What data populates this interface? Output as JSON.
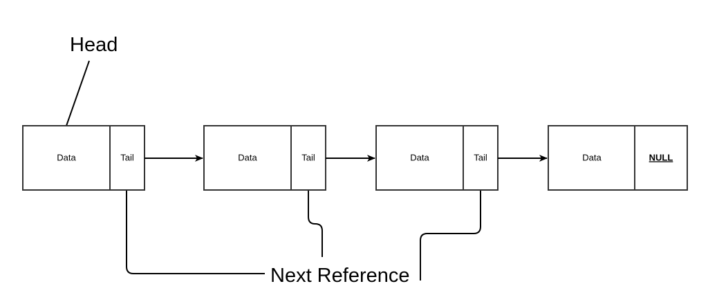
{
  "head_label": "Head",
  "next_reference_label": "Next Reference",
  "nodes": [
    {
      "data_label": "Data",
      "pointer_label": "Tail"
    },
    {
      "data_label": "Data",
      "pointer_label": "Tail"
    },
    {
      "data_label": "Data",
      "pointer_label": "Tail"
    },
    {
      "data_label": "Data",
      "pointer_label": "NULL"
    }
  ],
  "colors": {
    "box_stroke": "#333333",
    "line": "#000000",
    "background": "#ffffff"
  }
}
